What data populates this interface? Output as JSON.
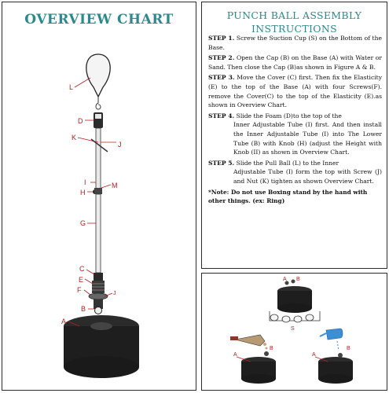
{
  "overview": {
    "title": "OVERVIEW CHART",
    "labels": {
      "L": "L",
      "D": "D",
      "K": "K",
      "J": "J",
      "I": "I",
      "M": "M",
      "H": "H",
      "G": "G",
      "C": "C",
      "E": "E",
      "F": "F",
      "J2": "J",
      "B": "B",
      "A": "A"
    }
  },
  "instructions": {
    "title_line1": "PUNCH BALL ASSEMBLY",
    "title_line2": "INSTRUCTIONS",
    "steps": [
      {
        "label": "STEP 1.",
        "text": "Screw the Suction Cup (S) on the Bottom of the Base."
      },
      {
        "label": "STEP 2.",
        "text": "Open the Cap (B) on the Base (A) with Water or Sand. Then close the Cap (B)as shown in Figure A & B."
      },
      {
        "label": "STEP 3.",
        "text": "Move the Cover (C) first. Then fix the Elasticity (E) to the top of the Base (A) with four Screws(F). remove the Cover(C) to the top of the Elasticity (E).as shown in Overview Chart."
      },
      {
        "label": "STEP 4.",
        "text": "Slide the Foam (D)to the top of the",
        "cont": "Inner Adjustable Tube (I) first. And then install the Inner Adjustable Tube (I) into The Lower Tube (B) with Knob (H) (adjust the Height with Knob (II) as shown in Overview Chart."
      },
      {
        "label": "STEP 5.",
        "text": "Slide the Pull Ball (L) to the Inner",
        "cont": "Adjustable Tube (I) form the top with Screw (J) and Nut (K) tighten as shown Overview Chart."
      }
    ],
    "note": "*Note: Do not use Boxing stand by the hand with other things. (ex: Ring)"
  },
  "assembly": {
    "labels": {
      "top_a": "A",
      "top_b": "B",
      "s": "S",
      "left_a": "A",
      "left_b": "B",
      "right_a": "A",
      "right_b": "B"
    }
  },
  "colors": {
    "teal_title": "#2a8a8c",
    "label_red": "#b32020",
    "base_dark": "#1e1e1e"
  }
}
